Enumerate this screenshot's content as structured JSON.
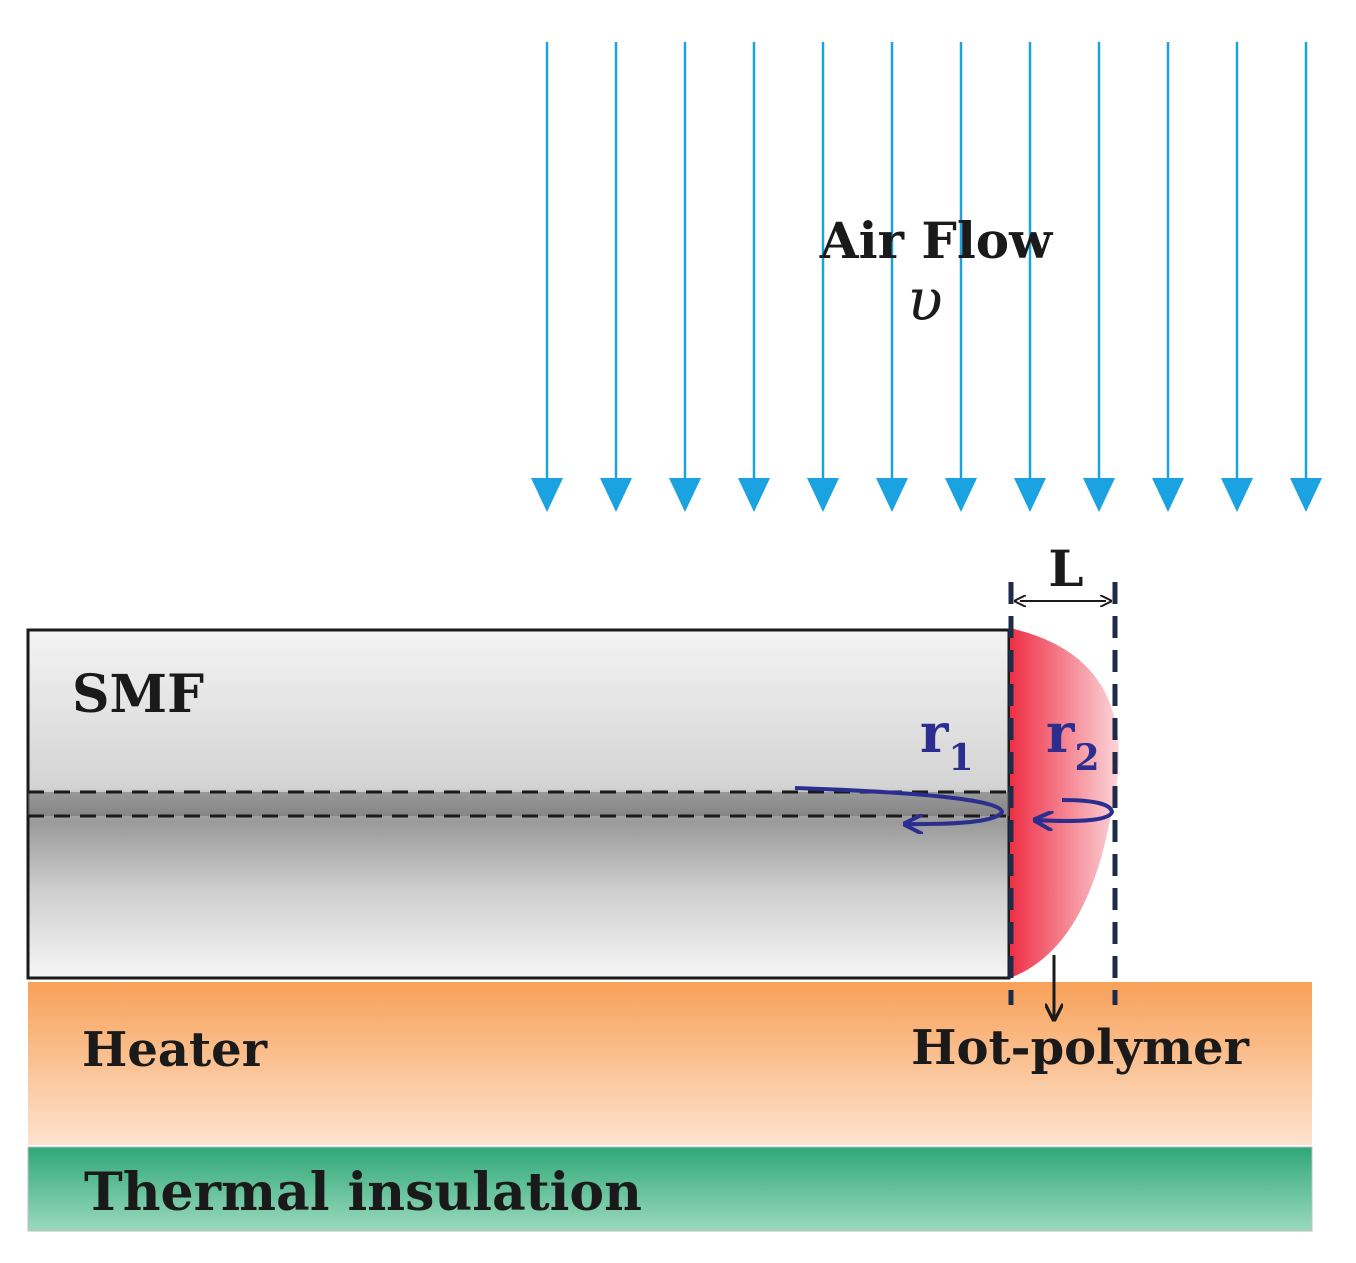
{
  "airflow": {
    "label": "Air Flow",
    "symbol": "υ",
    "arrow_count": 12,
    "color": "#1aa3e0"
  },
  "fiber": {
    "label": "SMF"
  },
  "polymer": {
    "label": "Hot-polymer",
    "color": "#ef3a4e"
  },
  "dimension": {
    "label": "L"
  },
  "reflections": {
    "r1": {
      "base": "r",
      "sub": "1"
    },
    "r2": {
      "base": "r",
      "sub": "2"
    },
    "color": "#2b2e8f"
  },
  "heater": {
    "label": "Heater",
    "color": "#f7a35c"
  },
  "insulation": {
    "label": "Thermal insulation",
    "color": "#3dae82"
  }
}
